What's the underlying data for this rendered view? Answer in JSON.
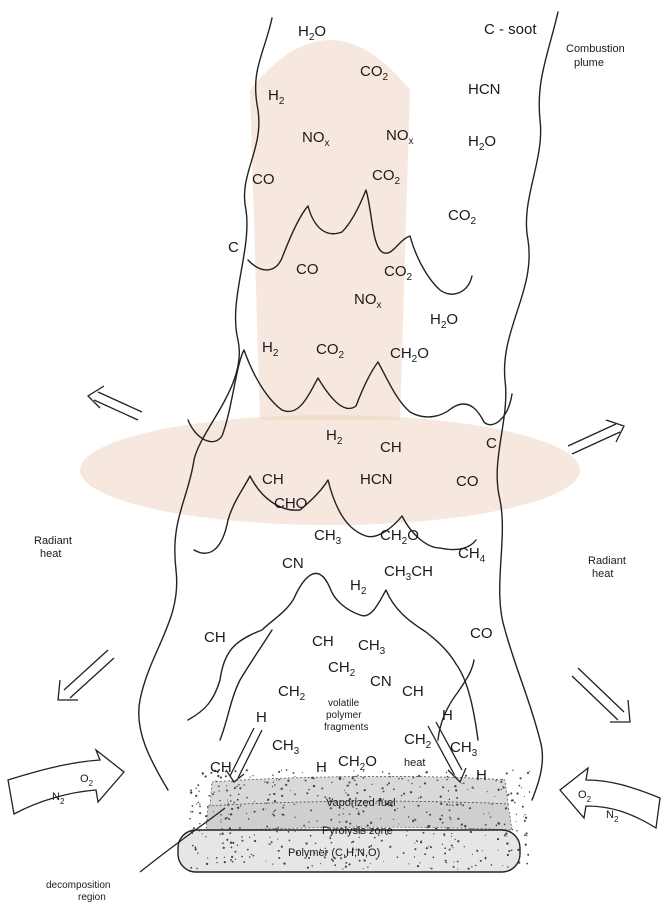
{
  "labels": {
    "combustion_plume": [
      "Combustion",
      "plume"
    ],
    "radiant_heat_left": [
      "Radiant",
      "heat"
    ],
    "radiant_heat_right": [
      "Radiant",
      "heat"
    ],
    "volatile_fragments": [
      "volatile",
      "polymer",
      "fragments"
    ],
    "heat": "heat",
    "vaporized_fuel": "Vaporized fuel",
    "pyrolysis_zone": "Pyrolysis zone",
    "polymer": "Polymer (C,H,N,O)",
    "decomposition_region": [
      "decomposition",
      "region"
    ],
    "o2": "O",
    "n2": "N"
  },
  "species": [
    {
      "t": "H",
      "s": "2",
      "a": "O"
    },
    {
      "t": "C - soot"
    },
    {
      "t": "CO",
      "s": "2"
    },
    {
      "t": "H",
      "s": "2"
    },
    {
      "t": "HCN"
    },
    {
      "t": "NO",
      "s": "x"
    },
    {
      "t": "NO",
      "s": "x"
    },
    {
      "t": "H",
      "s": "2",
      "a": "O"
    },
    {
      "t": "CO"
    },
    {
      "t": "CO",
      "s": "2"
    },
    {
      "t": "CO",
      "s": "2"
    },
    {
      "t": "C"
    },
    {
      "t": "CO"
    },
    {
      "t": "CO",
      "s": "2"
    },
    {
      "t": "NO",
      "s": "x"
    },
    {
      "t": "H",
      "s": "2",
      "a": "O"
    },
    {
      "t": "H",
      "s": "2"
    },
    {
      "t": "CO",
      "s": "2"
    },
    {
      "t": "CH",
      "s": "2",
      "a": "O"
    },
    {
      "t": "H",
      "s": "2"
    },
    {
      "t": "CH"
    },
    {
      "t": "C"
    },
    {
      "t": "CH"
    },
    {
      "t": "HCN"
    },
    {
      "t": "CO"
    },
    {
      "t": "CHO"
    },
    {
      "t": "CH",
      "s": "3"
    },
    {
      "t": "CH",
      "s": "2",
      "a": "O"
    },
    {
      "t": "CN"
    },
    {
      "t": "CH",
      "s": "3",
      "a": "CH"
    },
    {
      "t": "CH",
      "s": "4"
    },
    {
      "t": "H",
      "s": "2"
    },
    {
      "t": "CH"
    },
    {
      "t": "CH"
    },
    {
      "t": "CH",
      "s": "3"
    },
    {
      "t": "CO"
    },
    {
      "t": "CH",
      "s": "2"
    },
    {
      "t": "CH",
      "s": "2"
    },
    {
      "t": "CN"
    },
    {
      "t": "CH"
    },
    {
      "t": "H"
    },
    {
      "t": "H"
    },
    {
      "t": "CH",
      "s": "3"
    },
    {
      "t": "CH",
      "s": "2"
    },
    {
      "t": "CH",
      "s": "3"
    },
    {
      "t": "H"
    },
    {
      "t": "CH",
      "s": "2",
      "a": "O"
    },
    {
      "t": "H"
    },
    {
      "t": "CH"
    }
  ]
}
